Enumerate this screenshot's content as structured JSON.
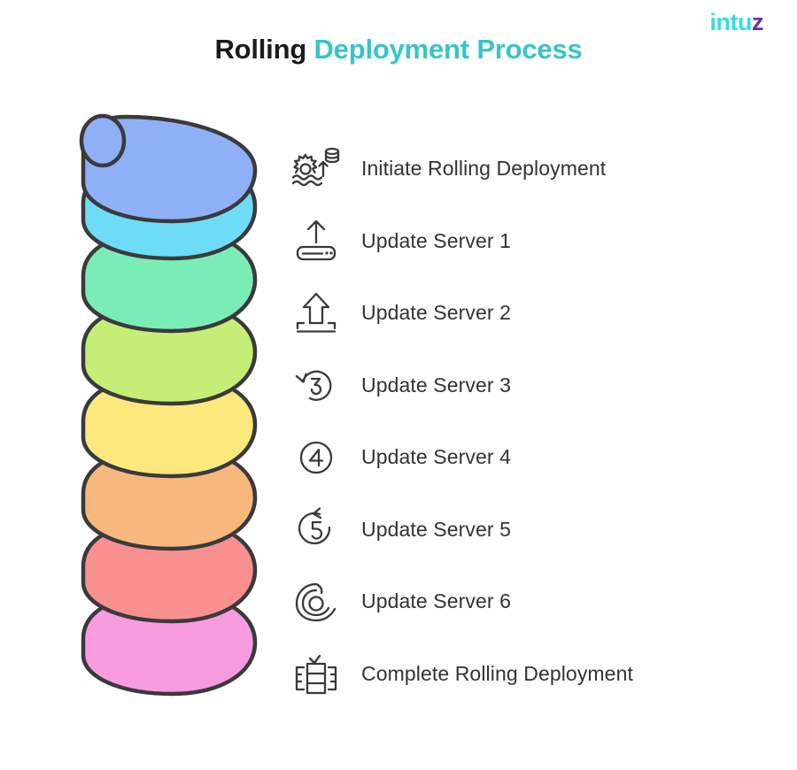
{
  "logo": {
    "part_a": "intu",
    "part_b": "z",
    "color_a": "#33DDE8",
    "color_b": "#6B2FA0"
  },
  "title": {
    "part_a": "Rolling ",
    "part_b": "Deployment Process",
    "color_a": "#1B1B1B",
    "color_b": "#36C5C8"
  },
  "coil": {
    "name": "rolling-deployment-spiral",
    "outline_color": "#3A3A3C",
    "bands": [
      {
        "index": 1,
        "color": "#8FB0F6",
        "step": "Initiate Rolling Deployment"
      },
      {
        "index": 2,
        "color": "#6FDCF7",
        "step": "Update Server 1"
      },
      {
        "index": 3,
        "color": "#7AEDB7",
        "step": "Update Server 2"
      },
      {
        "index": 4,
        "color": "#C6EE76",
        "step": "Update Server 3"
      },
      {
        "index": 5,
        "color": "#FBE97E",
        "step": "Update Server 4"
      },
      {
        "index": 6,
        "color": "#F8B87D",
        "step": "Update Server 5"
      },
      {
        "index": 7,
        "color": "#F89090",
        "step": "Update Server 6"
      },
      {
        "index": 8,
        "color": "#F99BDF",
        "step": "Complete Rolling Deployment"
      }
    ]
  },
  "steps": [
    {
      "icon": "gear-waves-database-upload-icon",
      "label": "Initiate Rolling Deployment"
    },
    {
      "icon": "server-upload-arrow-icon",
      "label": "Update Server 1"
    },
    {
      "icon": "upload-outline-arrow-icon",
      "label": "Update Server 2"
    },
    {
      "icon": "refresh-number-3-icon",
      "label": "Update Server 3"
    },
    {
      "icon": "circle-number-4-icon",
      "label": "Update Server 4"
    },
    {
      "icon": "rotate-number-5-icon",
      "label": "Update Server 5"
    },
    {
      "icon": "spiral-swirl-icon",
      "label": "Update Server 6"
    },
    {
      "icon": "server-rack-check-icon",
      "label": "Complete Rolling Deployment"
    }
  ]
}
